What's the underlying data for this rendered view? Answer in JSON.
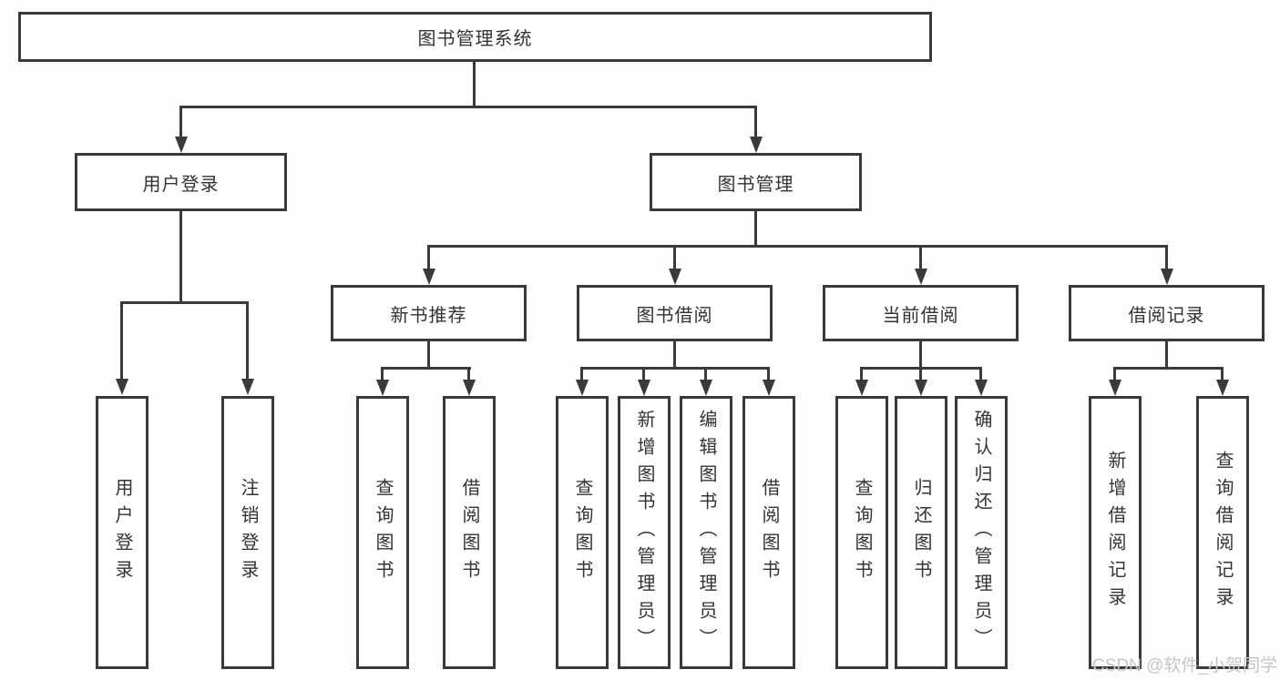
{
  "colors": {
    "line": "#3a3a3a",
    "text": "#333333",
    "box_background": "#ffffff",
    "watermark": "#c6c6c6"
  },
  "nodes": {
    "root": "图书管理系统",
    "user_login": "用户登录",
    "book_mgmt": "图书管理",
    "new_book_rec": "新书推荐",
    "book_borrow": "图书借阅",
    "current_borrow": "当前借阅",
    "borrow_records": "借阅记录",
    "leaf_user_login": "用户登录",
    "leaf_logout": "注销登录",
    "nb_query": "查询图书",
    "nb_borrow": "借阅图书",
    "bb_query": "查询图书",
    "bb_add": "新增图书（管理员）",
    "bb_edit": "编辑图书（管理员）",
    "bb_borrow": "借阅图书",
    "cb_query": "查询图书",
    "cb_return": "归还图书",
    "cb_confirm": "确认归还（管理员）",
    "br_add": "新增借阅记录",
    "br_query": "查询借阅记录"
  },
  "watermark": "CSDN @软件_小贺同学"
}
